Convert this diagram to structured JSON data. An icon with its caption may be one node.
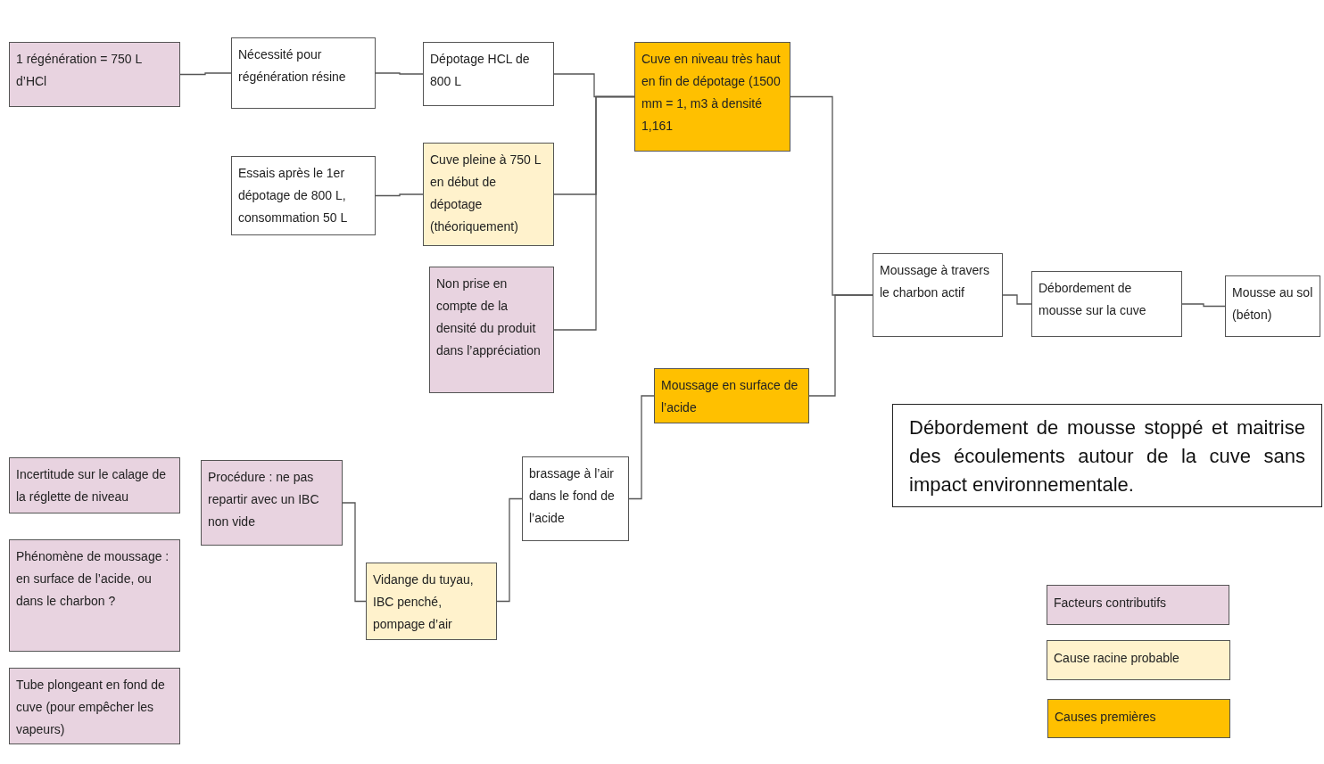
{
  "diagram": {
    "nodes": [
      {
        "text": [
          "1 régénération = 750 L d’HCl"
        ]
      },
      {
        "text": [
          "Nécessité pour régénération résine"
        ]
      },
      {
        "text": [
          "Dépotage HCL de 800 L"
        ]
      },
      {
        "text": [
          "Cuve en niveau très haut en fin de dépotage (1500 mm = 1, m3 à densité 1,161"
        ]
      },
      {
        "text": [
          "Essais après le 1er dépotage de 800 L, consommation 50 L"
        ]
      },
      {
        "text": [
          "Cuve pleine à 750 L en début de dépotage (théoriquement)"
        ]
      },
      {
        "text": [
          "Moussage à travers le charbon actif"
        ]
      },
      {
        "text": [
          "Débordement de mousse sur la cuve"
        ]
      },
      {
        "text": [
          "Mousse au sol (béton)"
        ]
      },
      {
        "text": [
          "Non prise en compte de la densité du produit dans l’appréciation"
        ]
      },
      {
        "text": [
          "Moussage en surface de l’acide"
        ]
      },
      {
        "text": [
          "Débordement de mousse stoppé et maitrise des écoulements autour de la cuve sans impact environnementale."
        ]
      },
      {
        "text": [
          "Incertitude sur le calage de la réglette de niveau"
        ]
      },
      {
        "text": [
          "Procédure : ne pas repartir avec un IBC non vide"
        ]
      },
      {
        "text": [
          "brassage à l’air dans le fond de l’acide"
        ]
      },
      {
        "text": [
          "Phénomène de moussage : en surface de l’acide, ou dans le charbon ?"
        ]
      },
      {
        "text": [
          "Vidange du tuyau, IBC penché, pompage d’air"
        ]
      },
      {
        "text": [
          "Tube plongeant en fond de cuve (pour empêcher les vapeurs)"
        ]
      }
    ],
    "edges": [
      {
        "from": 0,
        "to": 1,
        "arrow": "none"
      },
      {
        "from": 1,
        "to": 2,
        "arrow": "none"
      },
      {
        "from": 2,
        "to": 3,
        "arrow": "none"
      },
      {
        "from": 4,
        "to": 5,
        "arrow": "none"
      },
      {
        "from": 5,
        "to": 3,
        "arrow": "none"
      },
      {
        "from": 9,
        "to": 3,
        "arrow": "none"
      },
      {
        "from": 3,
        "to": 6,
        "arrow": "none"
      },
      {
        "from": 10,
        "to": 6,
        "arrow": "none"
      },
      {
        "from": 6,
        "to": 7,
        "arrow": "none"
      },
      {
        "from": 7,
        "to": 8,
        "arrow": "none"
      },
      {
        "from": 13,
        "to": 16,
        "arrow": "none"
      },
      {
        "from": 16,
        "to": 14,
        "arrow": "none"
      },
      {
        "from": 14,
        "to": 10,
        "arrow": "none"
      }
    ],
    "legend": [
      {
        "text": "Facteurs contributifs",
        "color": "#e8d3e0"
      },
      {
        "text": "Cause racine probable",
        "color": "#fff2cc"
      },
      {
        "text": "Causes premières",
        "color": "#ffc000"
      }
    ]
  }
}
